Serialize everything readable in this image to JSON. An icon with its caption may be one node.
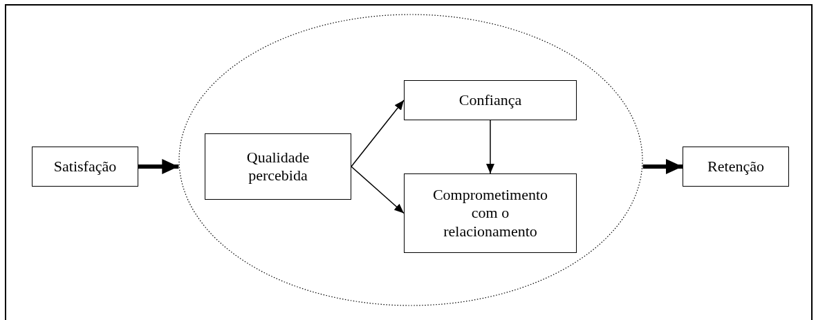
{
  "diagram": {
    "nodes": [
      {
        "text": [
          "Satisfação"
        ]
      },
      {
        "text": [],
        "shape": "ellipse"
      },
      {
        "text": [
          "Qualidade percebida"
        ],
        "in": 1
      },
      {
        "text": [
          "Confiança"
        ],
        "in": 1
      },
      {
        "text": [
          "Comprometimento com o relacionamento"
        ],
        "in": 1
      },
      {
        "text": [
          "Retenção"
        ]
      }
    ],
    "edges": [
      {
        "from": 0,
        "to": 1,
        "arrow": "to",
        "style": "thick"
      },
      {
        "from": 2,
        "to": 3,
        "arrow": "to"
      },
      {
        "from": 2,
        "to": 4,
        "arrow": "to"
      },
      {
        "from": 3,
        "to": 4,
        "arrow": "to"
      },
      {
        "from": 1,
        "to": 5,
        "arrow": "to",
        "style": "thick"
      }
    ]
  }
}
